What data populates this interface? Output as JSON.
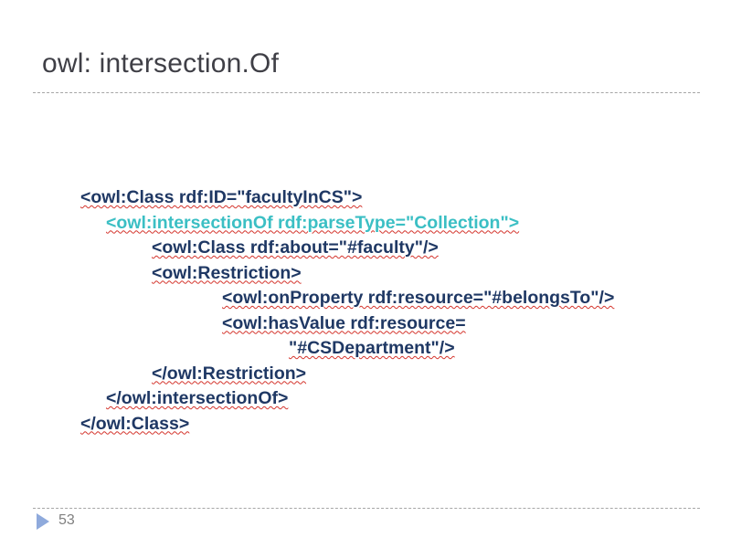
{
  "slide": {
    "title": "owl: intersection.Of",
    "page_number": "53",
    "marker_icon": "triangle-right-icon",
    "colors": {
      "title": "#3f3f46",
      "rule": "#a6a6a6",
      "code_dark": "#1f3864",
      "code_teal": "#3bbfc4",
      "marker": "#8faadc",
      "page_number": "#808080",
      "spellcheck_underline": "#d4342c",
      "background": "#ffffff"
    }
  },
  "code": {
    "language": "owl-rdf-xml",
    "lines": [
      {
        "indent": 0,
        "text": "<owl:Class rdf:ID=\"facultyInCS\">",
        "color": "#1f3864"
      },
      {
        "indent": 28,
        "text": "<owl:intersectionOf rdf:parseType=\"Collection\">",
        "color": "#3bbfc4"
      },
      {
        "indent": 78,
        "text": "<owl:Class rdf:about=\"#faculty\"/>",
        "color": "#1f3864"
      },
      {
        "indent": 78,
        "text": "<owl:Restriction>",
        "color": "#1f3864"
      },
      {
        "indent": 155,
        "text": "<owl:onProperty rdf:resource=\"#belongsTo\"/>",
        "color": "#1f3864"
      },
      {
        "indent": 155,
        "text": "<owl:hasValue rdf:resource=",
        "color": "#1f3864"
      },
      {
        "indent": 228,
        "text": "\"#CSDepartment\"/>",
        "color": "#1f3864"
      },
      {
        "indent": 78,
        "text": "</owl:Restriction>",
        "color": "#1f3864"
      },
      {
        "indent": 28,
        "text": "</owl:intersectionOf>",
        "color": "#1f3864"
      },
      {
        "indent": 0,
        "text": "</owl:Class>",
        "color": "#1f3864"
      }
    ]
  }
}
